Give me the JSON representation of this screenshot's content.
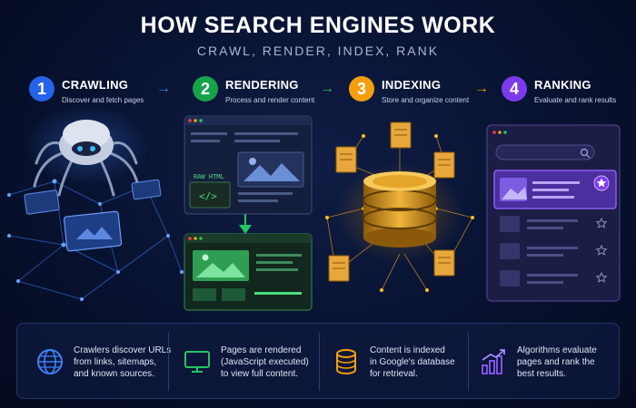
{
  "header": {
    "title": "HOW SEARCH ENGINES WORK",
    "subtitle": "CRAWL, RENDER, INDEX, RANK"
  },
  "steps": [
    {
      "num": "1",
      "name": "CRAWLING",
      "desc": "Discover and fetch pages",
      "color": "#2563eb"
    },
    {
      "num": "2",
      "name": "RENDERING",
      "desc": "Process and render content",
      "color": "#16a34a"
    },
    {
      "num": "3",
      "name": "INDEXING",
      "desc": "Store and organize content",
      "color": "#f59e0b"
    },
    {
      "num": "4",
      "name": "RANKING",
      "desc": "Evaluate and rank results",
      "color": "#7c3aed"
    }
  ],
  "rendering": {
    "raw_label": "RAW HTML",
    "code_symbol": "</>"
  },
  "bottom": [
    {
      "icon": "globe-icon",
      "text_lines": [
        "Crawlers discover URLs",
        "from links, sitemaps,",
        "and known sources."
      ]
    },
    {
      "icon": "monitor-icon",
      "text_lines": [
        "Pages are rendered",
        "(JavaScript executed)",
        "to view full content."
      ]
    },
    {
      "icon": "database-icon",
      "text_lines": [
        "Content is indexed",
        "in Google's database",
        "for retrieval."
      ]
    },
    {
      "icon": "bar-chart-icon",
      "text_lines": [
        "Algorithms evaluate",
        "pages and rank the",
        "best results."
      ]
    }
  ],
  "colors": {
    "blue": "#2563eb",
    "green": "#22c55e",
    "amber": "#f59e0b",
    "purple": "#8b5cf6"
  }
}
